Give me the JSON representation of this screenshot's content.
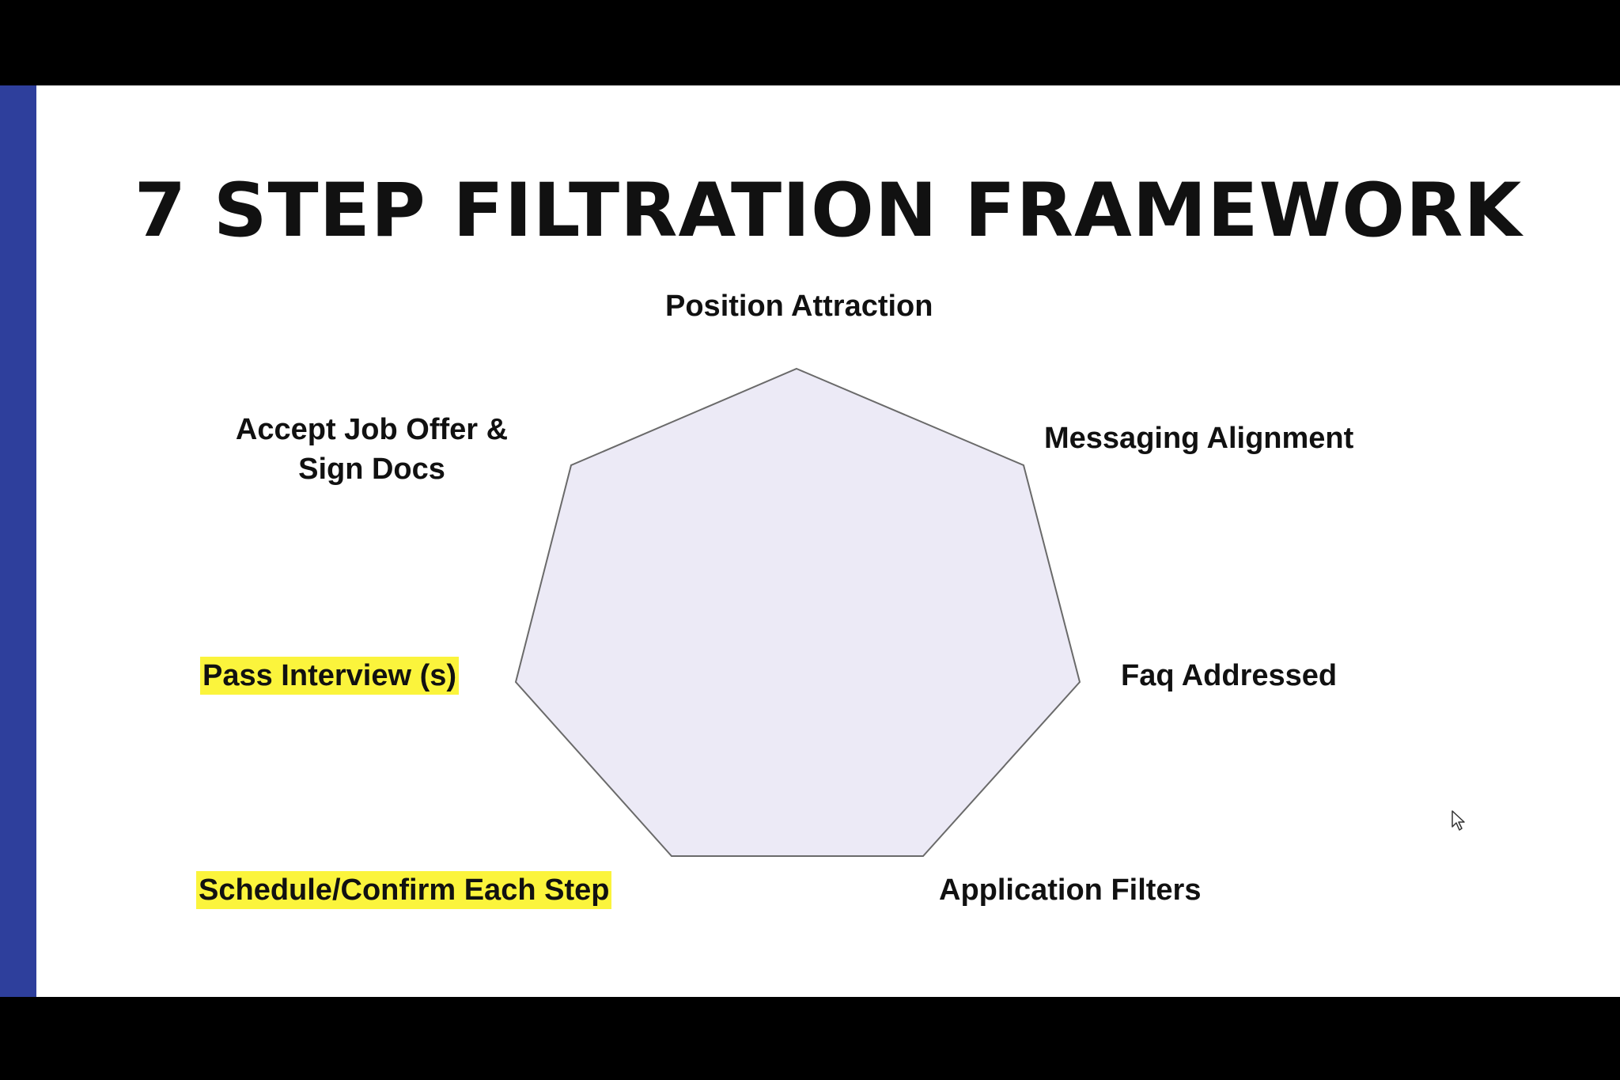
{
  "slide": {
    "title": "7 STEP FILTRATION FRAMEWORK"
  },
  "colors": {
    "accent_bar": "#2e3f9c",
    "shape_fill": "#eceaf6",
    "shape_stroke": "#6a6a6a",
    "highlight": "#fbf43c",
    "text": "#111111"
  },
  "diagram": {
    "shape": "heptagon",
    "steps": [
      {
        "label": "Position Attraction",
        "highlighted": false
      },
      {
        "label": "Messaging Alignment",
        "highlighted": false
      },
      {
        "label": "Faq Addressed",
        "highlighted": false
      },
      {
        "label": "Application Filters",
        "highlighted": false
      },
      {
        "label": "Schedule/Confirm Each Step",
        "highlighted": true
      },
      {
        "label": "Pass Interview (s)",
        "highlighted": true
      },
      {
        "label": "Accept Job Offer &",
        "label_line2": "Sign Docs",
        "highlighted": false
      }
    ]
  },
  "icons": {
    "cursor": "mouse-pointer-icon"
  }
}
